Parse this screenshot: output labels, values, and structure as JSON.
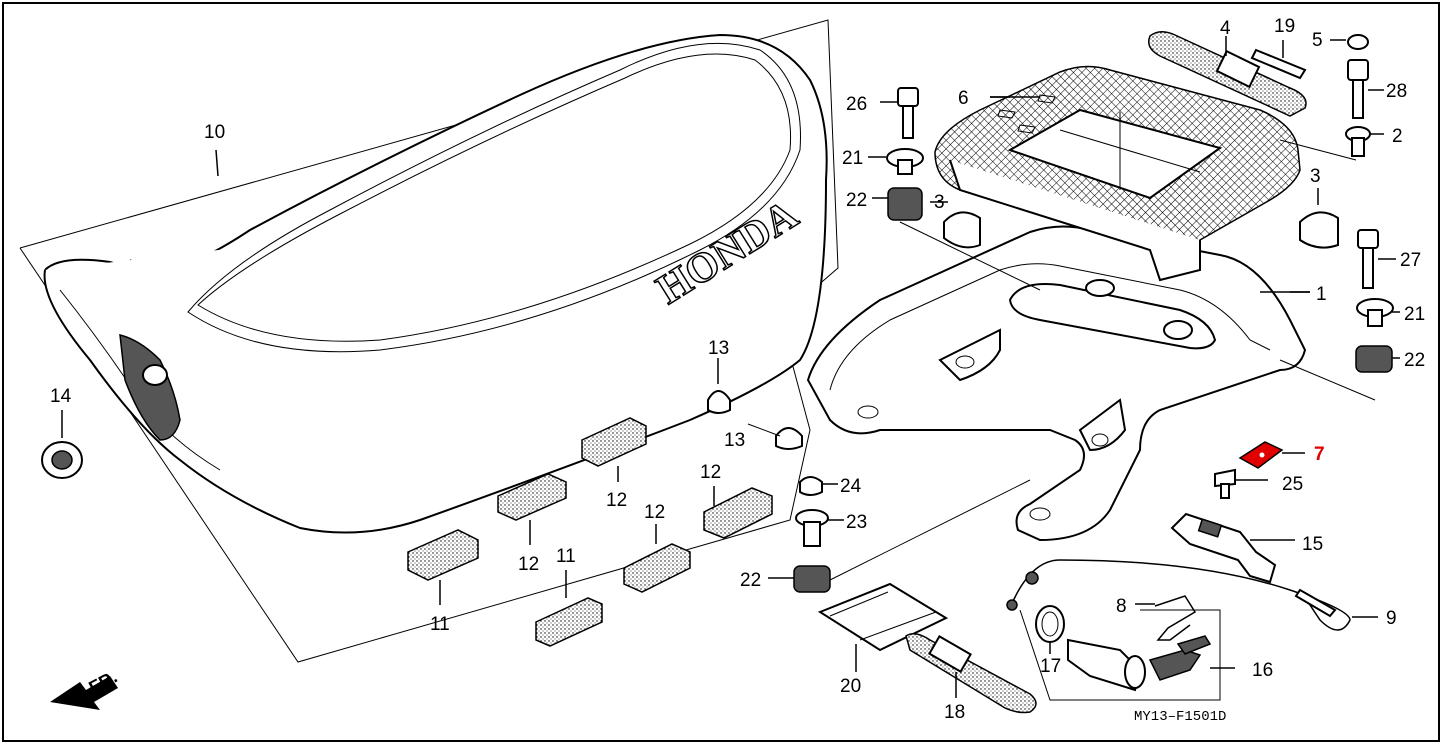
{
  "diagram": {
    "brand_text": "HONDA",
    "diagram_code": "MY13–F1501D",
    "direction_label": "FR.",
    "highlight_color": "#e00000",
    "parts": [
      {
        "id": "p1",
        "label": "1"
      },
      {
        "id": "p2",
        "label": "2"
      },
      {
        "id": "p3a",
        "label": "3"
      },
      {
        "id": "p3b",
        "label": "3"
      },
      {
        "id": "p4",
        "label": "4"
      },
      {
        "id": "p5",
        "label": "5"
      },
      {
        "id": "p6",
        "label": "6"
      },
      {
        "id": "p7",
        "label": "7",
        "highlighted": true
      },
      {
        "id": "p8",
        "label": "8"
      },
      {
        "id": "p9",
        "label": "9"
      },
      {
        "id": "p10",
        "label": "10"
      },
      {
        "id": "p11a",
        "label": "11"
      },
      {
        "id": "p11b",
        "label": "11"
      },
      {
        "id": "p12a",
        "label": "12"
      },
      {
        "id": "p12b",
        "label": "12"
      },
      {
        "id": "p12c",
        "label": "12"
      },
      {
        "id": "p12d",
        "label": "12"
      },
      {
        "id": "p13a",
        "label": "13"
      },
      {
        "id": "p13b",
        "label": "13"
      },
      {
        "id": "p14",
        "label": "14"
      },
      {
        "id": "p15",
        "label": "15"
      },
      {
        "id": "p16",
        "label": "16"
      },
      {
        "id": "p17",
        "label": "17"
      },
      {
        "id": "p18",
        "label": "18"
      },
      {
        "id": "p19",
        "label": "19"
      },
      {
        "id": "p20",
        "label": "20"
      },
      {
        "id": "p21a",
        "label": "21"
      },
      {
        "id": "p21b",
        "label": "21"
      },
      {
        "id": "p22a",
        "label": "22"
      },
      {
        "id": "p22b",
        "label": "22"
      },
      {
        "id": "p22c",
        "label": "22"
      },
      {
        "id": "p23",
        "label": "23"
      },
      {
        "id": "p24",
        "label": "24"
      },
      {
        "id": "p25",
        "label": "25"
      },
      {
        "id": "p26",
        "label": "26"
      },
      {
        "id": "p27",
        "label": "27"
      },
      {
        "id": "p28",
        "label": "28"
      }
    ]
  }
}
